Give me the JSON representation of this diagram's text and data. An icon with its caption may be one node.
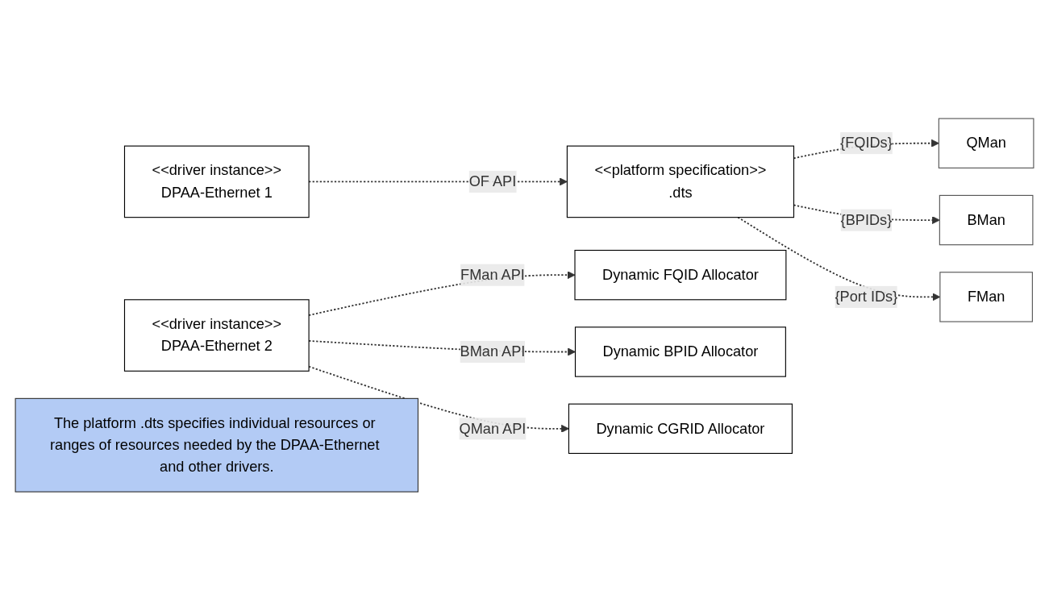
{
  "diagram": {
    "nodes": [
      {
        "text": [
          "<<driver instance>>",
          "DPAA-Ethernet 1"
        ]
      },
      {
        "text": [
          "<<platform specification>>",
          ".dts"
        ]
      },
      {
        "text": [
          "QMan"
        ]
      },
      {
        "text": [
          "BMan"
        ]
      },
      {
        "text": [
          "FMan"
        ]
      },
      {
        "text": [
          "<<driver instance>>",
          "DPAA-Ethernet 2"
        ]
      },
      {
        "text": [
          "Dynamic FQID Allocator"
        ]
      },
      {
        "text": [
          "Dynamic BPID Allocator"
        ]
      },
      {
        "text": [
          "Dynamic CGRID Allocator"
        ]
      },
      {
        "text": [
          "The platform .dts specifies individual resources or ranges of resources needed by the DPAA-Ethernet and other drivers."
        ]
      }
    ],
    "edges": [
      {
        "from": 0,
        "to": 1,
        "arrow": "to",
        "label": "OF API",
        "style": "dashed"
      },
      {
        "from": 1,
        "to": 2,
        "arrow": "to",
        "label": "{FQIDs}",
        "style": "dashed"
      },
      {
        "from": 1,
        "to": 3,
        "arrow": "to",
        "label": "{BPIDs}",
        "style": "dashed"
      },
      {
        "from": 1,
        "to": 4,
        "arrow": "to",
        "label": "{Port IDs}",
        "style": "dashed"
      },
      {
        "from": 5,
        "to": 6,
        "arrow": "to",
        "label": "FMan API",
        "style": "dashed"
      },
      {
        "from": 5,
        "to": 7,
        "arrow": "to",
        "label": "BMan API",
        "style": "dashed"
      },
      {
        "from": 5,
        "to": 8,
        "arrow": "to",
        "label": "QMan API",
        "style": "dashed"
      }
    ]
  }
}
